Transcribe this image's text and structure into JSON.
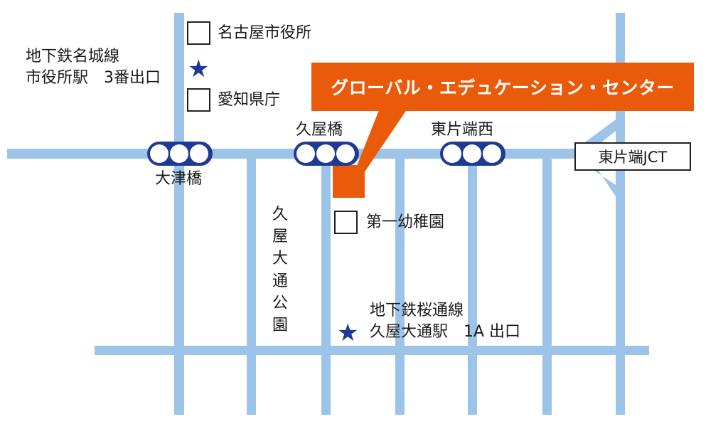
{
  "map": {
    "banner": "グローバル・エデュケーション・センター",
    "landmarks": {
      "city_hall": "名古屋市役所",
      "pref_office": "愛知県庁",
      "kindergarten": "第一幼稚園",
      "park": [
        "久",
        "屋",
        "大",
        "通",
        "公",
        "園"
      ]
    },
    "subway_meijo": {
      "line": "地下鉄名城線",
      "exit": "市役所駅　3番出口"
    },
    "subway_sakuradori": {
      "line": "地下鉄桜通線",
      "exit": "久屋大通駅　1A 出口"
    },
    "stations": {
      "otsubashi": "大津橋",
      "hisayabashi": "久屋橋",
      "higashikatahanishi": "東片端西"
    },
    "junction": "東片端JCT",
    "colors": {
      "road": "#9cc3e8",
      "station": "#1f3a93",
      "accent": "#ea5a0b"
    }
  }
}
